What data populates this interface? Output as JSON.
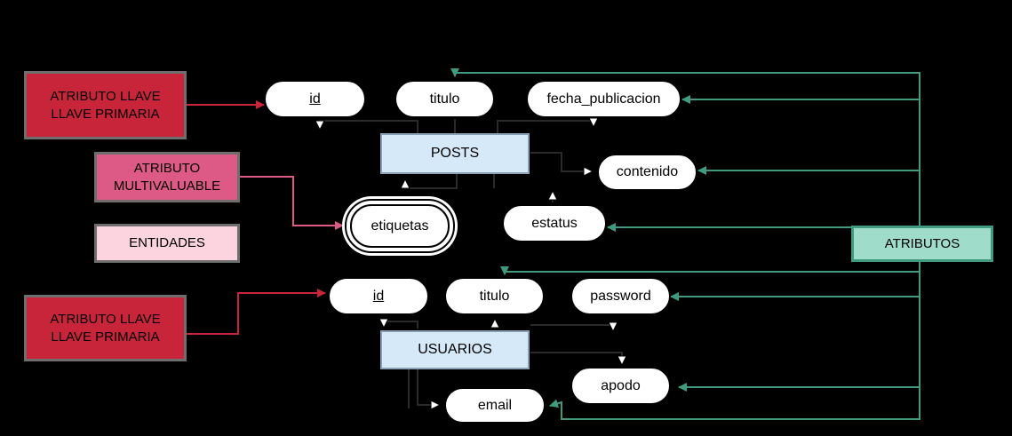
{
  "legend": {
    "key_top": "ATRIBUTO LLAVE\nLLAVE PRIMARIA",
    "multivalued": "ATRIBUTO\nMULTIVALUABLE",
    "entities": "ENTIDADES",
    "attributes": "ATRIBUTOS",
    "key_bottom": "ATRIBUTO LLAVE\nLLAVE PRIMARIA"
  },
  "posts": {
    "entity": "POSTS",
    "id": "id",
    "titulo": "titulo",
    "fecha_publicacion": "fecha_publicacion",
    "contenido": "contenido",
    "etiquetas": "etiquetas",
    "estatus": "estatus"
  },
  "usuarios": {
    "entity": "USUARIOS",
    "id": "id",
    "titulo": "titulo",
    "password": "password",
    "apodo": "apodo",
    "email": "email"
  },
  "colors": {
    "background": "#000000",
    "key_legend": "#c8253a",
    "multivalued_legend": "#de5a86",
    "entity_legend": "#fbd4df",
    "attribute_legend": "#9fdcca",
    "entity_fill": "#d6e9f8",
    "attribute_fill": "#ffffff",
    "key_connector": "#c8253a",
    "multivalued_connector": "#de5a86",
    "attribute_connector": "#3f9a80"
  }
}
